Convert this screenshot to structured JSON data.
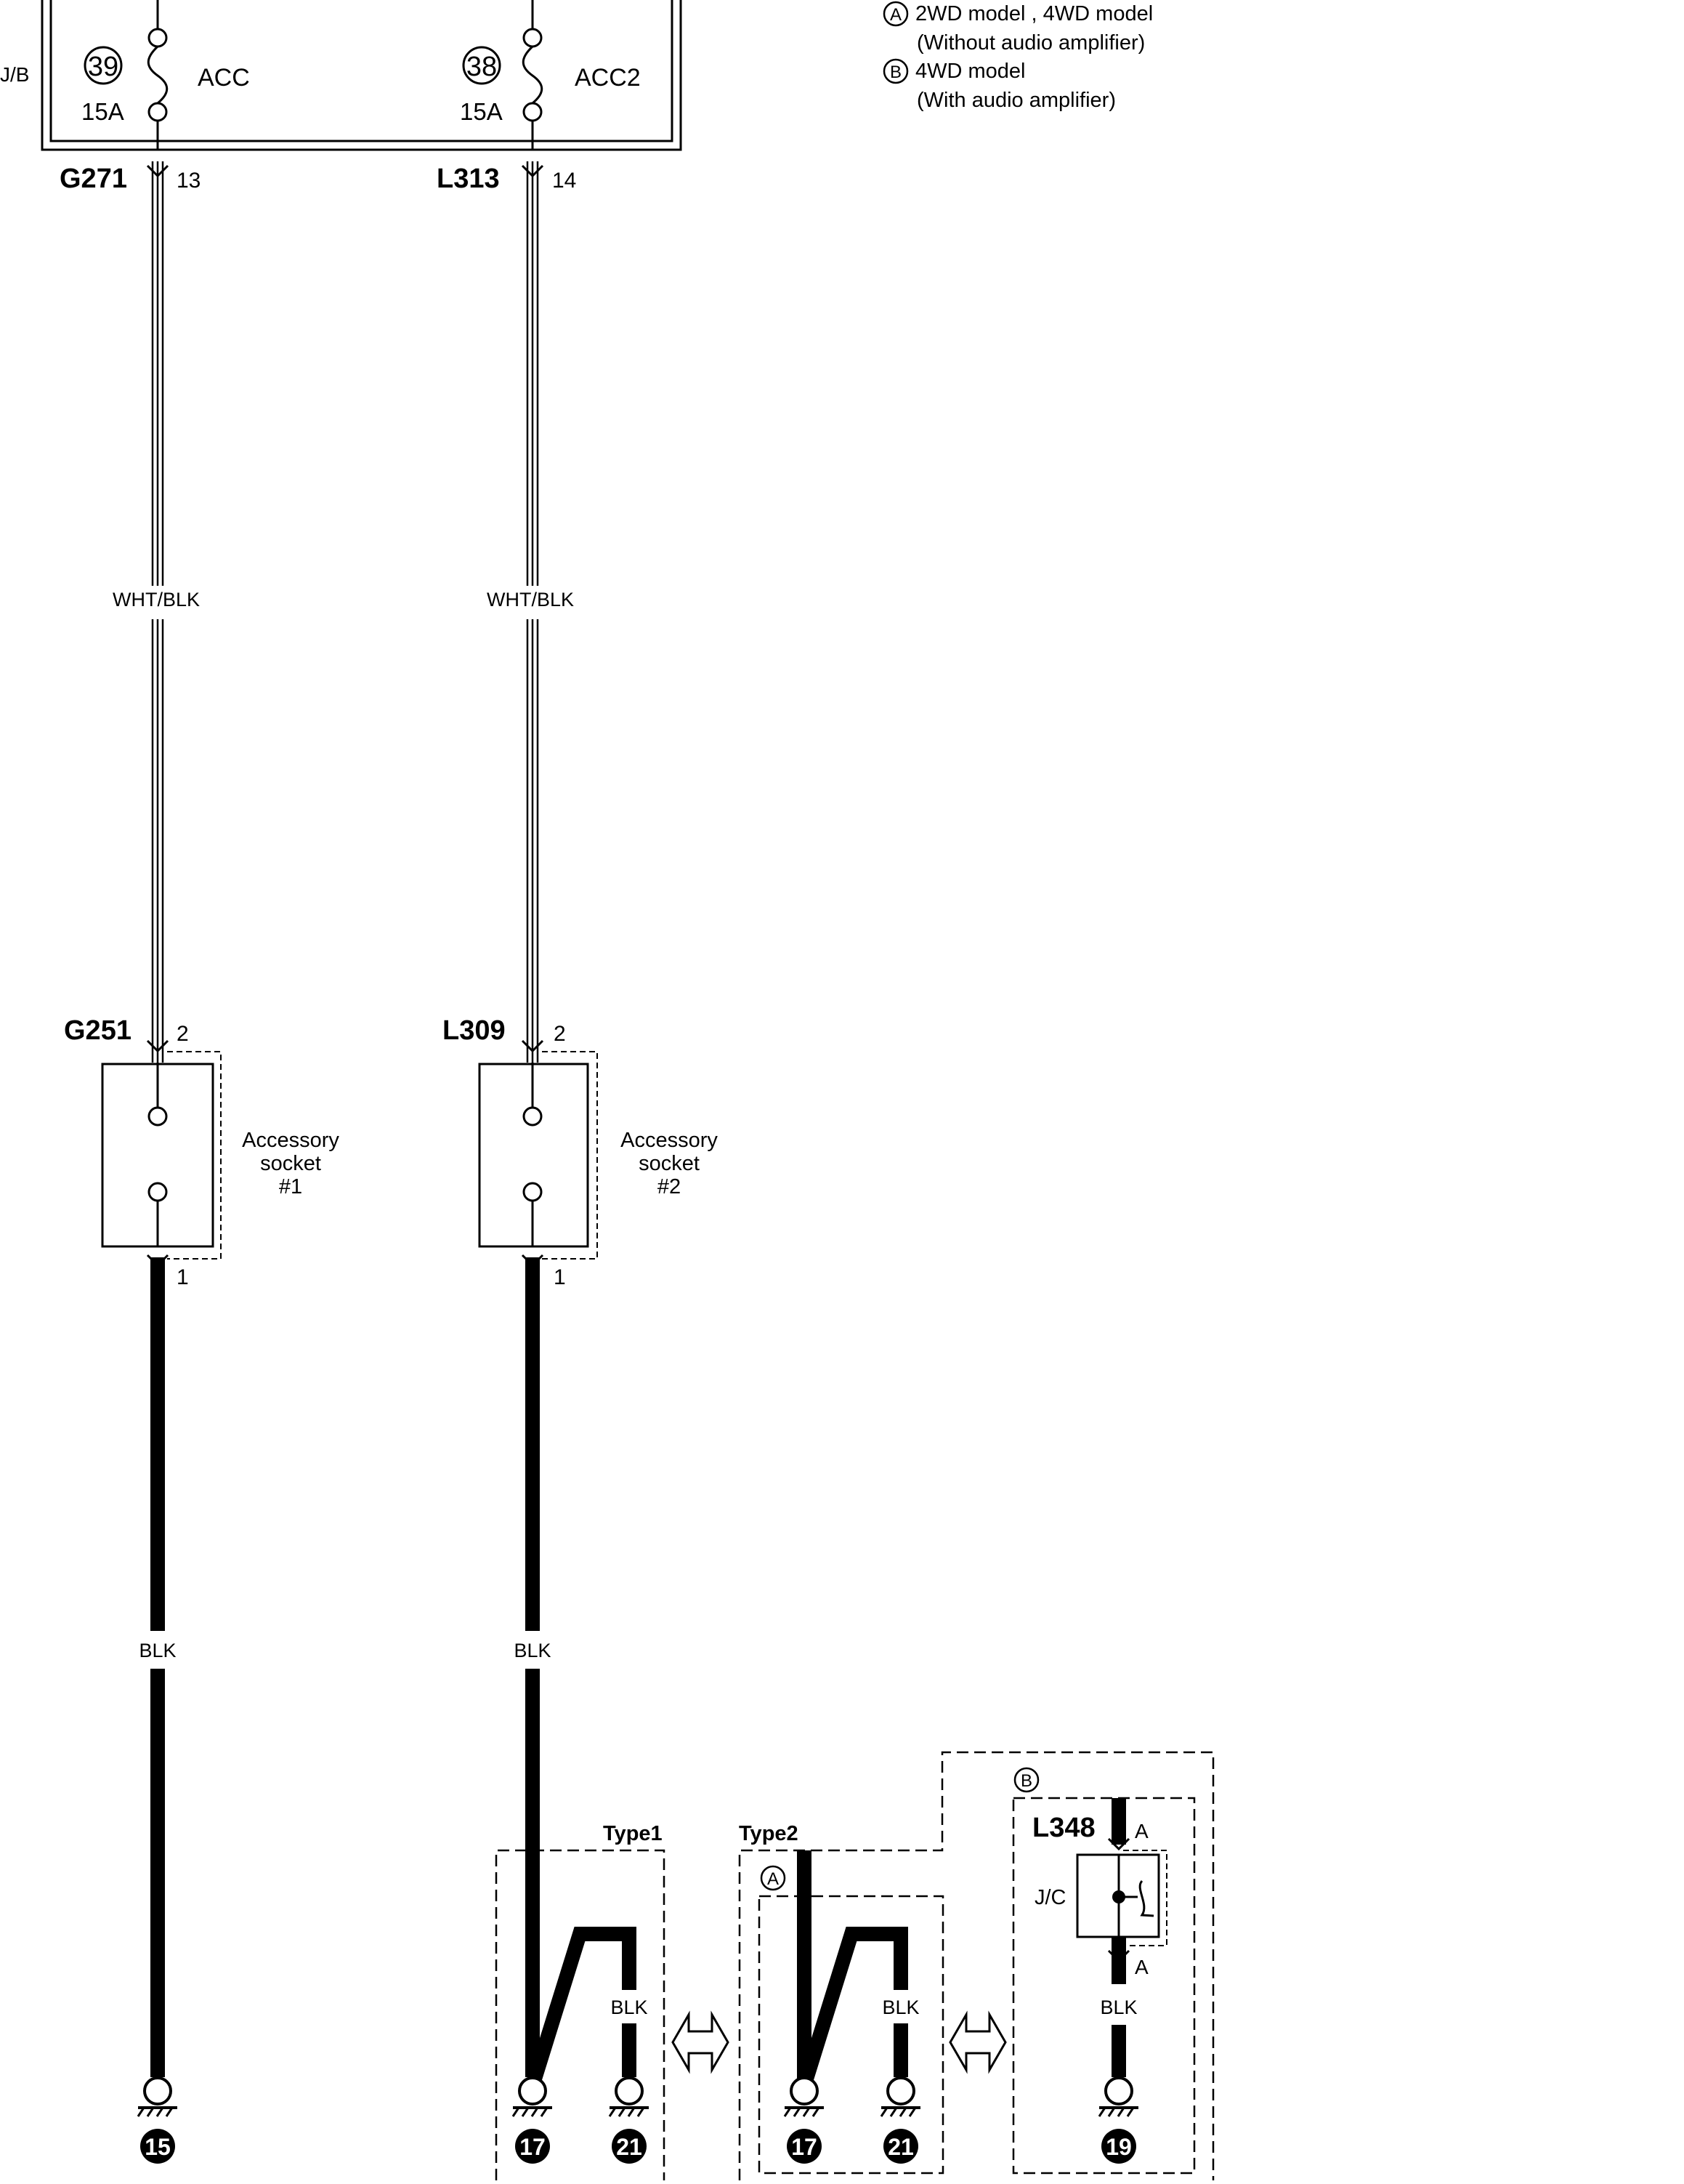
{
  "legend": {
    "a_marker": "A",
    "a_line1": "2WD model , 4WD model",
    "a_line2": "(Without audio amplifier)",
    "b_marker": "B",
    "b_line1": "4WD model",
    "b_line2": "(With audio amplifier)"
  },
  "jb_label": "J/B",
  "fuses": [
    {
      "number": "39",
      "rating": "15A",
      "label": "ACC"
    },
    {
      "number": "38",
      "rating": "15A",
      "label": "ACC2"
    }
  ],
  "connectors": {
    "g271": {
      "id": "G271",
      "pin": "13"
    },
    "l313": {
      "id": "L313",
      "pin": "14"
    },
    "g251": {
      "id": "G251",
      "pin_top": "2",
      "pin_bottom": "1"
    },
    "l309": {
      "id": "L309",
      "pin_top": "2",
      "pin_bottom": "1"
    },
    "l348": {
      "id": "L348",
      "pin_top": "A",
      "pin_bottom": "A"
    }
  },
  "wires": {
    "wht_blk_1": "WHT/BLK",
    "wht_blk_2": "WHT/BLK",
    "blk_1": "BLK",
    "blk_2": "BLK",
    "blk_type1": "BLK",
    "blk_type2": "BLK",
    "blk_jc": "BLK"
  },
  "sockets": [
    {
      "line1": "Accessory",
      "line2": "socket",
      "line3": "#1"
    },
    {
      "line1": "Accessory",
      "line2": "socket",
      "line3": "#2"
    }
  ],
  "types": {
    "type1": "Type1",
    "type2": "Type2"
  },
  "jc_label": "J/C",
  "grounds": {
    "g15": "15",
    "t1a": "17",
    "t1b": "21",
    "t2a": "17",
    "t2b": "21",
    "g19": "19"
  }
}
